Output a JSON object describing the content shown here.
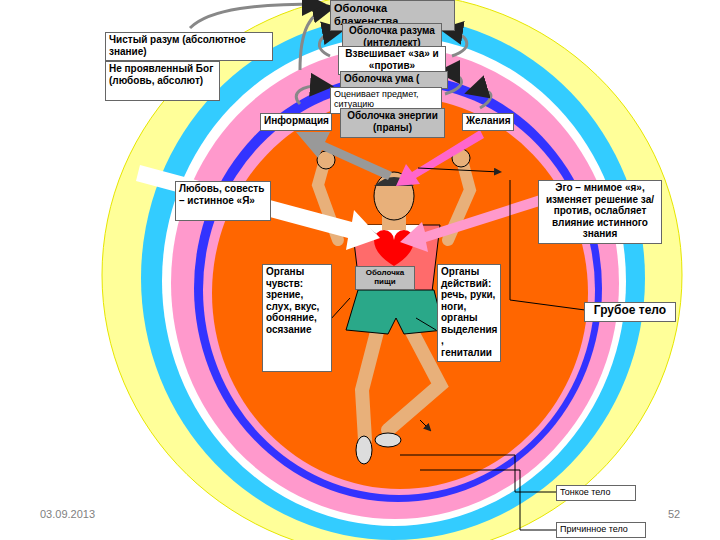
{
  "diagram": {
    "nodes": [
      {
        "text": [
          "Оболочка блаженства"
        ]
      },
      {
        "text": [
          "Чистый разум (абсолютное знание)"
        ]
      },
      {
        "text": [
          "Оболочка разума (интеллект)"
        ]
      },
      {
        "text": [
          "Взвешивает «за» и «против»"
        ]
      },
      {
        "text": [
          "Не проявленный Бог (любовь, абсолют)"
        ]
      },
      {
        "text": [
          "Оболочка ума ("
        ]
      },
      {
        "text": [
          "Оценивает предмет, ситуацию"
        ]
      },
      {
        "text": [
          "Информация"
        ]
      },
      {
        "text": [
          "Оболочка энергии (праны)"
        ]
      },
      {
        "text": [
          "Желания"
        ]
      },
      {
        "text": [
          "Любовь, совесть – истинное «Я»"
        ]
      },
      {
        "text": [
          "Эго – мнимое «я», изменяет решение за/против, ослабляет влияние истинного знания"
        ]
      },
      {
        "text": [
          "Органы чувств: зрение, слух, вкус, обоняние, осязание"
        ]
      },
      {
        "text": [
          "Оболочка пищи"
        ]
      },
      {
        "text": [
          "Органы действий: речь, руки, ноги, органы выделения , гениталии"
        ]
      },
      {
        "text": [
          "Грубое тело"
        ]
      },
      {
        "text": [
          "Тонкое тело"
        ]
      },
      {
        "text": [
          "Причинное тело"
        ]
      }
    ],
    "labels": [
      "03.09.2013",
      "52"
    ]
  }
}
